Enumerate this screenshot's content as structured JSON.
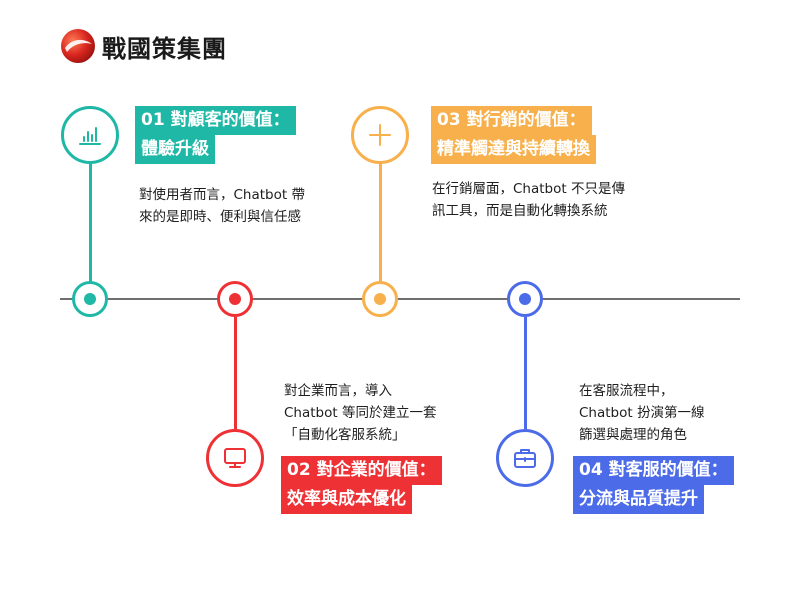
{
  "logo": {
    "text": "戰國策集團",
    "colors": {
      "mark": "#d8261f",
      "mark_highlight": "#ff6b4a"
    }
  },
  "items": [
    {
      "id": "01",
      "title_line1": "01 對顧客的價值：",
      "title_line2": "體驗升級",
      "description": [
        "對使用者而言，Chatbot 帶",
        "來的是即時、便利與信任感"
      ],
      "color": "#1fb7a5",
      "icon": "bar-chart-icon",
      "position": "top"
    },
    {
      "id": "02",
      "title_line1": "02 對企業的價值：",
      "title_line2": "效率與成本優化",
      "description": [
        "對企業而言，導入",
        "Chatbot 等同於建立一套",
        "「自動化客服系統」"
      ],
      "color": "#ee3135",
      "icon": "monitor-icon",
      "position": "bottom"
    },
    {
      "id": "03",
      "title_line1": "03 對行銷的價值：",
      "title_line2": "精準觸達與持續轉換",
      "description": [
        "在行銷層面，Chatbot 不只是傳",
        "訊工具，而是自動化轉換系統"
      ],
      "color": "#f7b04b",
      "icon": "plus-icon",
      "position": "top"
    },
    {
      "id": "04",
      "title_line1": "04 對客服的價值：",
      "title_line2": "分流與品質提升",
      "description": [
        "在客服流程中，",
        "Chatbot 扮演第一線",
        "篩選與處理的角色"
      ],
      "color": "#4b6be8",
      "icon": "briefcase-icon",
      "position": "bottom"
    }
  ]
}
